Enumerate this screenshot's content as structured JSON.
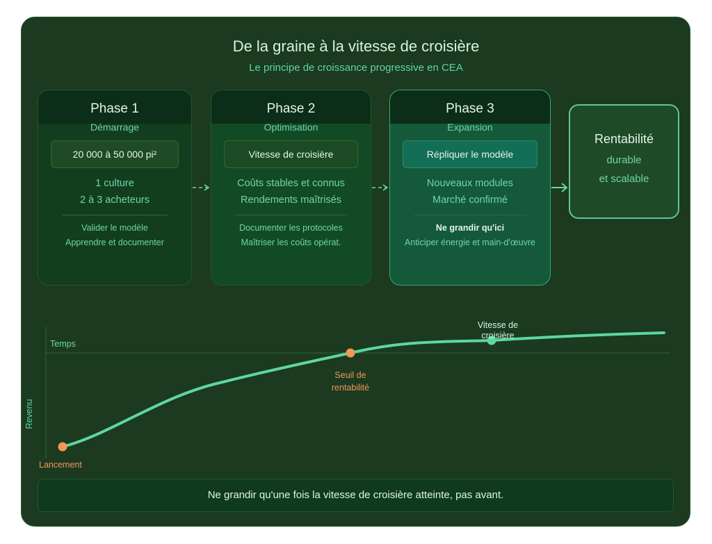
{
  "title": "De la graine à la vitesse de croisière",
  "subtitle": "Le principe de croissance progressive en CEA",
  "phases": [
    {
      "name": "Phase 1",
      "stage": "Démarrage",
      "highlight": "20 000 à 50 000 pi²",
      "lines": [
        "1 culture",
        "2 à 3 acheteurs"
      ],
      "notes": [
        "Valider le modèle",
        "Apprendre et documenter"
      ]
    },
    {
      "name": "Phase 2",
      "stage": "Optimisation",
      "highlight": "Vitesse de croisière",
      "lines": [
        "Coûts stables et connus",
        "Rendements maîtrisés"
      ],
      "notes": [
        "Documenter les protocoles",
        "Maîtriser les coûts opérat."
      ]
    },
    {
      "name": "Phase 3",
      "stage": "Expansion",
      "highlight": "Répliquer le modèle",
      "lines": [
        "Nouveaux modules",
        "Marché confirmé"
      ],
      "notes": [
        "Ne grandir qu'ici",
        "Anticiper énergie et main-d'œuvre"
      ]
    }
  ],
  "result": {
    "title": "Rentabilité",
    "line1": "durable",
    "line2": "et scalable"
  },
  "curve": {
    "x_axis": "Temps",
    "y_axis": "Revenu",
    "points": {
      "launch": "Lancement",
      "breakeven_1": "Seuil de",
      "breakeven_2": "rentabilité",
      "cruise_1": "Vitesse de",
      "cruise_2": "croisière"
    }
  },
  "footer": "Ne grandir qu'une fois la vitesse de croisière atteinte, pas avant.",
  "colors": {
    "accent": "#5fd6a2",
    "orange": "#f0975a",
    "panel": "#1b3a1f"
  }
}
